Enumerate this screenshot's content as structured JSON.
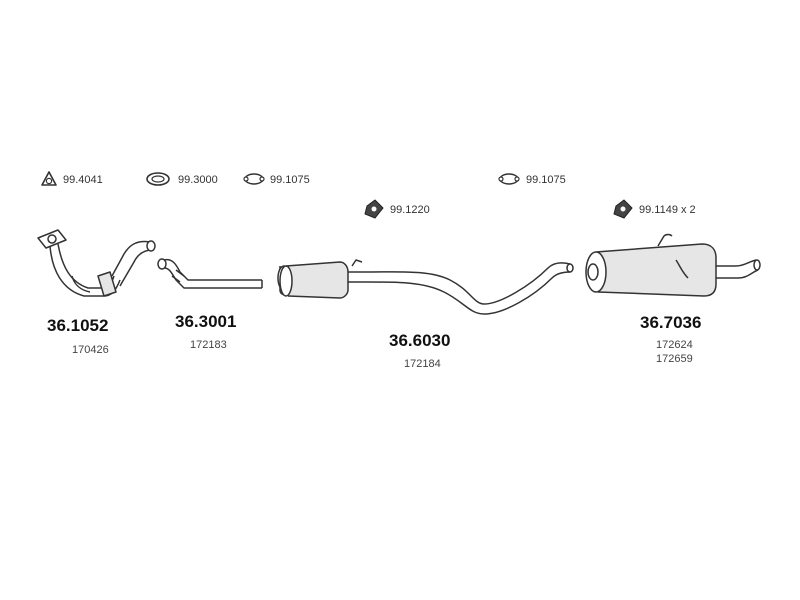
{
  "accessories": {
    "a1": {
      "icon": "triangle-gasket-icon",
      "code": "99.4041"
    },
    "a2": {
      "icon": "ring-gasket-icon",
      "code": "99.3000"
    },
    "a3": {
      "icon": "clamp-icon",
      "code": "99.1075"
    },
    "a4": {
      "icon": "clamp-icon",
      "code": "99.1075"
    },
    "a5": {
      "icon": "bracket-icon",
      "code": "99.1220"
    },
    "a6": {
      "icon": "bracket-icon",
      "code": "99.1149 x 2"
    }
  },
  "parts": {
    "p1": {
      "number": "36.1052",
      "refs": [
        "170426"
      ]
    },
    "p2": {
      "number": "36.3001",
      "refs": [
        "172183"
      ]
    },
    "p3": {
      "number": "36.6030",
      "refs": [
        "172184"
      ]
    },
    "p4": {
      "number": "36.7036",
      "refs": [
        "172624",
        "172659"
      ]
    }
  },
  "colors": {
    "line": "#333333",
    "fill": "#e6e6e6"
  }
}
